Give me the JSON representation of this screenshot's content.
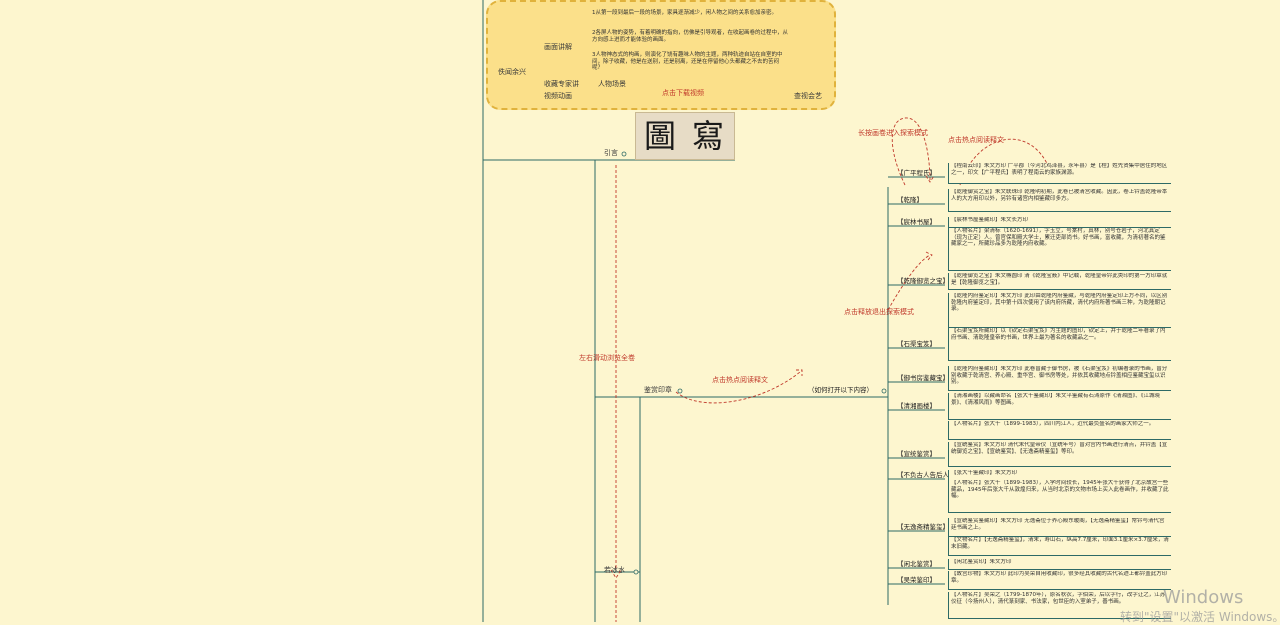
{
  "top_cloud": {
    "root": "佚闻余兴",
    "branch1": "画面讲解",
    "branch2": "收藏专家讲",
    "branch3": "视频动画",
    "leaf_people": "人物场景",
    "leaf_more": "查视会艺",
    "link_label": "点击下载视频",
    "p1": "1从第一段到最后一段的场景，家具逐渐减少，闲人物之间的关系愈加亲密。",
    "p2": "2各屏人物的姿势，有着明确的指向，仿佛是引导观者，在收起画卷的过程中，从方向感上进而才能体验的画面。",
    "p3": "3人物神态式的构画，则演化了饶有趣味人物的主题，两种轨迹自站在自室的中间，除子收藏，他是在送别，还是别离，还是在停留他心头都藏之不去的苦闷呢？"
  },
  "seal_image": {
    "glyph_left": "圖",
    "glyph_right": "寫"
  },
  "main": {
    "yin_yan": "引言",
    "jian_shang": "鉴赏印章",
    "ruo_bing_shui": "若冰水",
    "scroll_hint": "左右滑动浏览全卷",
    "how_to_open": "（如何打开以下内容）",
    "click_hotspot": "点击热点阅读释文",
    "long_press": "长按画卷进入探索模式",
    "click_hotspot2": "点击热点阅读释文",
    "click_exit": "点击释放退出探索模式"
  },
  "branches": [
    {
      "label": "【广平程氏】",
      "text": "【程南云印】朱文方印 广平郡（今河北鸡泽县，永年县）是【程】姓先贤集中居住的地区之一，印文【广平程氏】表明了程南云的家族渊源。"
    },
    {
      "label": "【乾隆】",
      "text": "【乾隆御赏之宝】朱文联珠印 乾隆明初期，此卷已被清宫收藏。因此，卷上钤盖乾隆帝本人的大方用印以外，另钤有诸宫内相鉴藏印多方。"
    },
    {
      "label": "【宸林书屋】",
      "text": "【宸林书屋鉴藏印】朱文长方印"
    },
    {
      "label": "",
      "text": "【人物名片】梁清标（1620-1691），字玉立，号棠村，真林，别号苍岩子，河北真定（现为正定）人。曾官保和殿大学士，累迁吏部尚书。好书画，富收藏，为清初著名的鉴藏家之一，所藏珍品多为乾隆内府收藏。"
    },
    {
      "label": "【乾隆御览之宝】",
      "text": "【乾隆御览之宝】朱文椭圆印 清《乾隆宝薮》中记载，乾隆皇帝钤此类印的第一方印章就是【乾隆御览之宝】。"
    },
    {
      "label": "",
      "text": "【乾隆内府鉴定印】朱文方印 此印由乾隆内府鉴藏，与乾隆内府鉴定印上方不同，以区别乾隆内府鉴定印，其中第十四次使用了该内府所藏，清代内府所著书画三种，为乾隆朝记录。"
    },
    {
      "label": "【石渠宝笈】",
      "text": "【石渠宝笈所藏印】以《钦定石渠宝笈》为主题的图印，钦定上，并于乾隆二年著录了内府书画、清乾隆皇帝的书画，世界上最为著名的收藏品之一。"
    },
    {
      "label": "【御书房鉴藏宝】",
      "text": "【乾隆内府鉴藏印】朱文方印 此卷曾藏于御书房，被《石渠宝笈》初编著录的书画，曾分别收藏于乾清宫、养心殿、重华宫、御书房等处，并依其收藏地点钤盖相应鉴藏宝玺以识别。"
    },
    {
      "label": "【清湘画楼】",
      "text": "【清湘画楼】以藏画命名【张大千鉴藏印】朱文平鉴藏有石涛原作《清湘图》、《江城晓景》、《清湘风雨》等图画。"
    },
    {
      "label": "",
      "text": "【人物名片】张大千（1899-1983），四川内江人，近代最负盛名的画家大师之一。"
    },
    {
      "label": "【宣统鉴赏】",
      "text": "【宣统鉴赏】朱文方印 清代末代皇帝仪（宣统年号）曾对宫内书画进行清点，并钤盖【宣统御览之宝】、【宣统鉴赏】、【无逸斋精鉴玺】等印。"
    },
    {
      "label": "【不负古人告后人】",
      "text": "【张大千鉴藏印】朱文方印"
    },
    {
      "label": "",
      "text": "【人物名片】张大千（1899-1983），入学时间较长，1945年张大千获得了北京故宫一些藏品，1945年后张大千从敦煌归来，从当时北京的文物市场上买入此卷画作，并收藏了此幅。"
    },
    {
      "label": "【无逸斋精鉴玺】",
      "text": "【宣统鉴赏鉴藏印】朱文方印 无逸斋位于养心殿东暖阁，【无逸斋精鉴玺】常钤与清代宫廷书画之上。"
    },
    {
      "label": "",
      "text": "【文物名片】【无逸斋精鉴玺】，清末，寿山石，纵高7.7厘米，印面3.1厘米×3.7厘米，清末旧藏。"
    },
    {
      "label": "【闲北鉴赏】",
      "text": "【闲北鉴赏印】朱文方印"
    },
    {
      "label": "【吴荣鉴印】",
      "text": "【故宫珍物】朱文方印 此印为吴荣自用收藏印，很多经其收藏的古代名迹上都钤盖此方印章。"
    },
    {
      "label": "",
      "text": "【人物名片】吴荣之（1799-1870年），原名秋农，字伯荣，后以字行，改字让之，江苏仪征（今扬州人），清代篆刻家、书法家，包世臣的入室弟子，善书画。"
    }
  ],
  "watermark": {
    "line1": "Windows",
    "line2": "转到\"设置\"以激活 Windows。"
  },
  "colors": {
    "background": "#fdf6cf",
    "line": "#2d6a66",
    "red_annotation": "#c0392b",
    "cloud_fill": "#fbe08a"
  }
}
